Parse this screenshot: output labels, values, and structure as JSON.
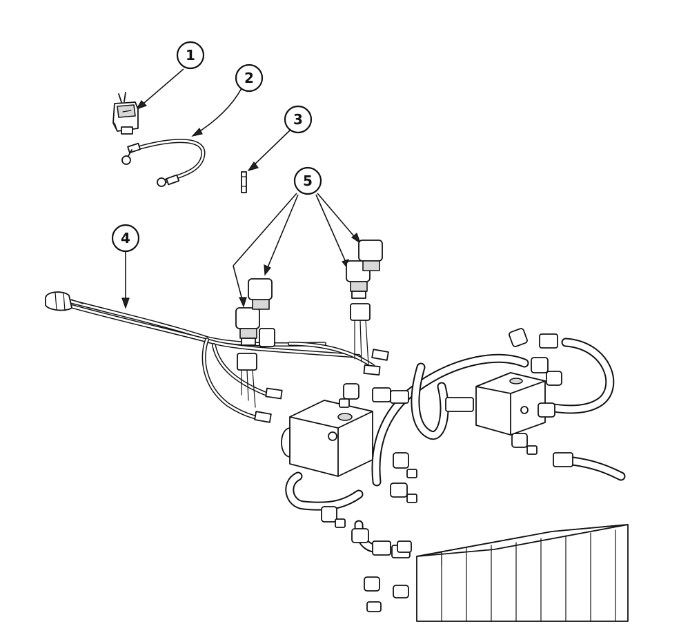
{
  "callouts": [
    {
      "number": "1"
    },
    {
      "number": "2"
    },
    {
      "number": "3"
    },
    {
      "number": "4"
    },
    {
      "number": "5"
    }
  ]
}
